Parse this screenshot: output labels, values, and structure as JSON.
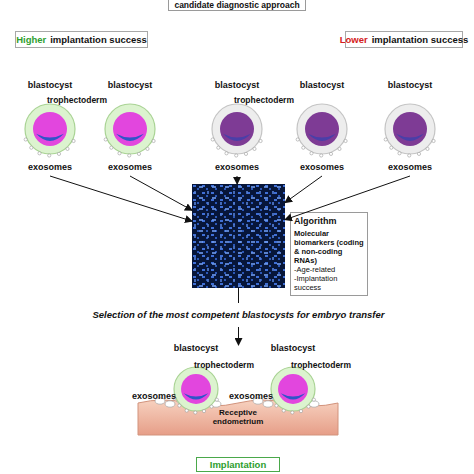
{
  "diagram": {
    "title": "candidate diagnostic approach",
    "nodes": [
      {
        "text": [
          "Higher",
          "implantation success"
        ]
      },
      {
        "text": [
          "Lower",
          "implantation success"
        ]
      },
      {
        "text": [
          "blastocyst",
          "trophectoderm",
          "exosomes"
        ]
      },
      {
        "text": [
          "blastocyst",
          "exosomes"
        ]
      },
      {
        "text": [
          "blastocyst",
          "trophectoderm",
          "exosomes"
        ]
      },
      {
        "text": [
          "blastocyst",
          "exosomes"
        ]
      },
      {
        "text": [
          "blastocyst",
          "exosomes"
        ]
      },
      {
        "text": [
          "Algorithm",
          "Molecular biomarkers (coding & non-coding RNAs)",
          "-Age-related",
          "-Implantation success"
        ]
      },
      {
        "text": [
          "Receptive endometrium"
        ]
      },
      {
        "text": [
          "blastocyst",
          "trophectoderm",
          "exosomes"
        ],
        "in": 8
      },
      {
        "text": [
          "blastocyst",
          "trophectoderm",
          "exosomes"
        ],
        "in": 8
      },
      {
        "text": [
          "Implantation"
        ]
      }
    ],
    "edges": [
      {
        "from": 2,
        "to": 7,
        "arrow": "to"
      },
      {
        "from": 3,
        "to": 7,
        "arrow": "to"
      },
      {
        "from": 4,
        "to": 7,
        "arrow": "to"
      },
      {
        "from": 5,
        "to": 7,
        "arrow": "to"
      },
      {
        "from": 6,
        "to": 7,
        "arrow": "to"
      },
      {
        "from": 7,
        "to": 8,
        "label": "Selection of the most competent blastocysts for embryo transfer",
        "arrow": "to"
      }
    ]
  }
}
